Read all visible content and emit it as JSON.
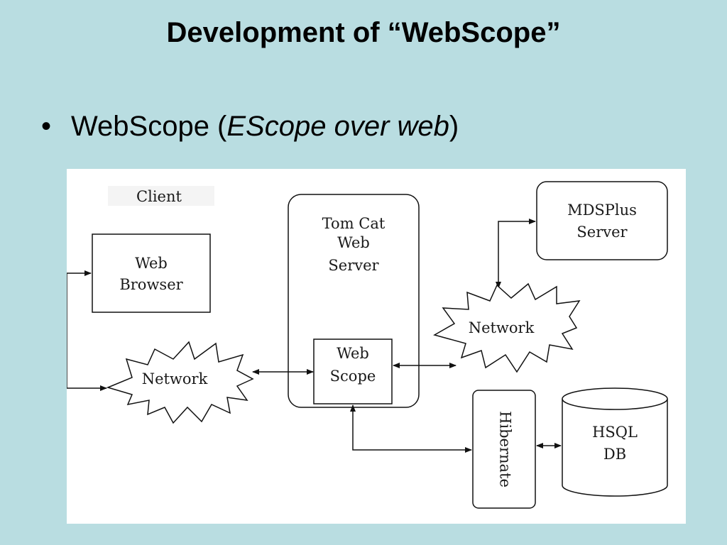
{
  "slide": {
    "title": "Development of “WebScope”",
    "bullet_symbol": "•",
    "bullet_text_prefix": "WebScope (",
    "bullet_text_italic": "EScope over web",
    "bullet_text_suffix": ")"
  },
  "diagram": {
    "client_label": "Client",
    "web_browser_line1": "Web",
    "web_browser_line2": "Browser",
    "network_left_label": "Network",
    "tomcat_line1": "Tom Cat",
    "tomcat_line2": "Web",
    "tomcat_line3": "Server",
    "webscope_line1": "Web",
    "webscope_line2": "Scope",
    "mdsplus_line1": "MDSPlus",
    "mdsplus_line2": "Server",
    "network_right_label": "Network",
    "hibernate_label": "Hibernate",
    "hsql_line1": "HSQL",
    "hsql_line2": "DB"
  }
}
